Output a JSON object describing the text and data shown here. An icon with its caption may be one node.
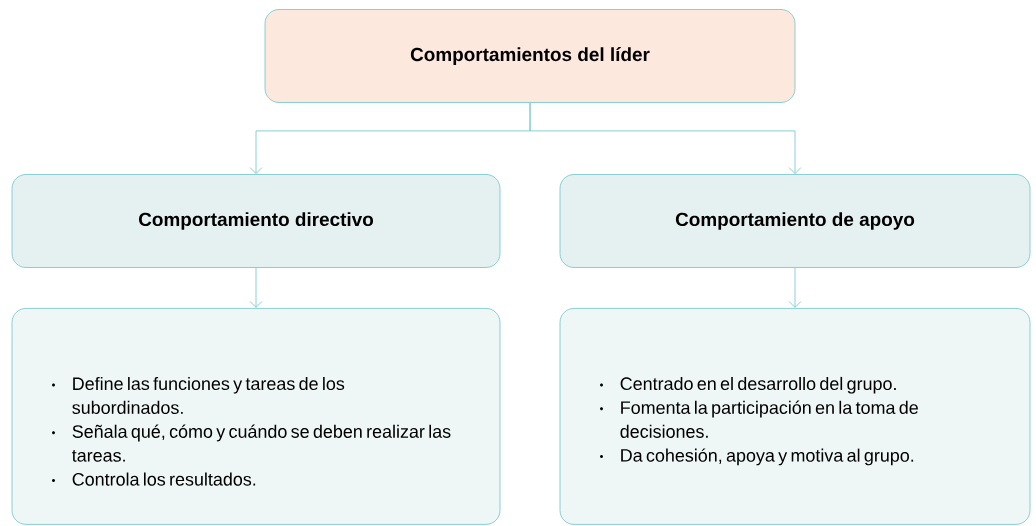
{
  "diagram": {
    "nodes": [
      {
        "text": [
          "Comportamientos del líder"
        ]
      },
      {
        "text": [
          "Comportamiento directivo"
        ]
      },
      {
        "text": [
          "Comportamiento de apoyo"
        ]
      },
      {
        "text": [
          "Define las funciones y tareas de los subordinados.",
          "Señala qué, cómo y cuándo se deben realizar las tareas.",
          "Controla los resultados."
        ]
      },
      {
        "text": [
          "Centrado en el desarrollo del grupo.",
          "Fomenta la participación en la toma de decisiones.",
          "Da cohesión, apoya y motiva al grupo."
        ]
      }
    ],
    "edges": [
      {
        "from": 0,
        "to": 1,
        "arrow": "to"
      },
      {
        "from": 0,
        "to": 2,
        "arrow": "to"
      },
      {
        "from": 1,
        "to": 3,
        "arrow": "to"
      },
      {
        "from": 2,
        "to": 4,
        "arrow": "to"
      }
    ]
  }
}
